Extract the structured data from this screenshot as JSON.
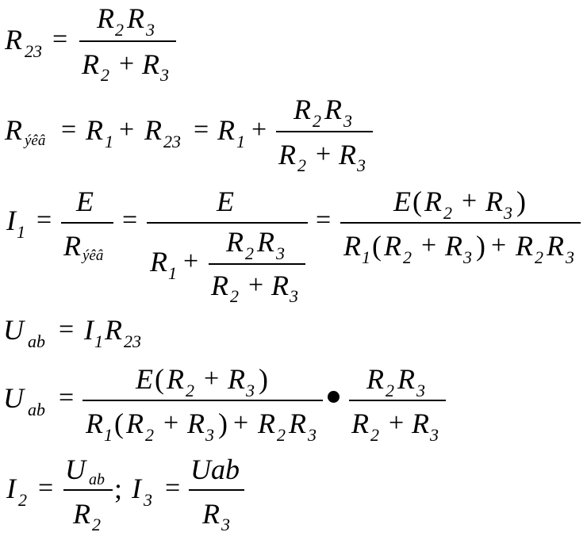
{
  "R": "R",
  "E": "E",
  "I": "I",
  "U": "U",
  "eq": "=",
  "plus": "+",
  "lp": "(",
  "rp": ")",
  "semicolon": ";",
  "n1": "1",
  "n2": "2",
  "n3": "3",
  "n23": "23",
  "ab": "ab",
  "ekv": "ýêâ",
  "Uab_word": "Uab"
}
